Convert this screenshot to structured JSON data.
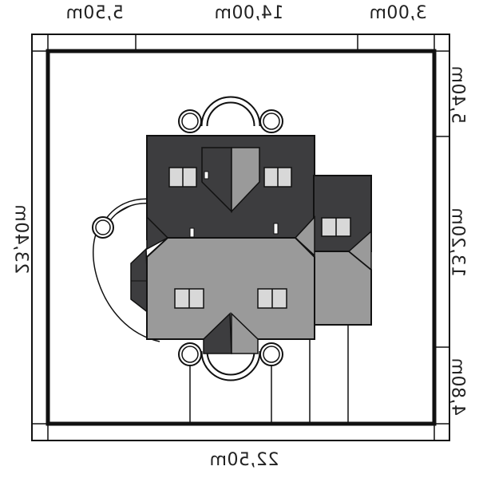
{
  "dimensions": {
    "top": [
      "5,50m",
      "14,00m",
      "3,00m"
    ],
    "bottom": "22,50m",
    "left": "23,40m",
    "right": [
      "5,40m",
      "13,20m",
      "4,80m"
    ]
  },
  "colors": {
    "roof_dark": "#3d3d3f",
    "roof_light": "#9a9a9a",
    "window_fill": "#d8d8d8",
    "line": "#111111",
    "background": "#ffffff"
  }
}
